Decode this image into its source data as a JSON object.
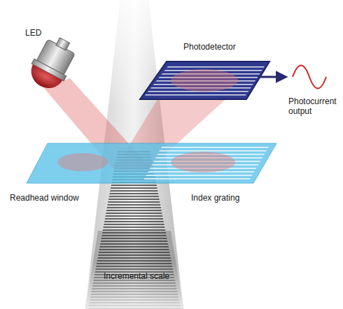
{
  "diagram": {
    "labels": [
      "LED",
      "Photodetector",
      "Photocurrent output",
      "Readhead window",
      "Index grating",
      "Incremental scale"
    ]
  }
}
